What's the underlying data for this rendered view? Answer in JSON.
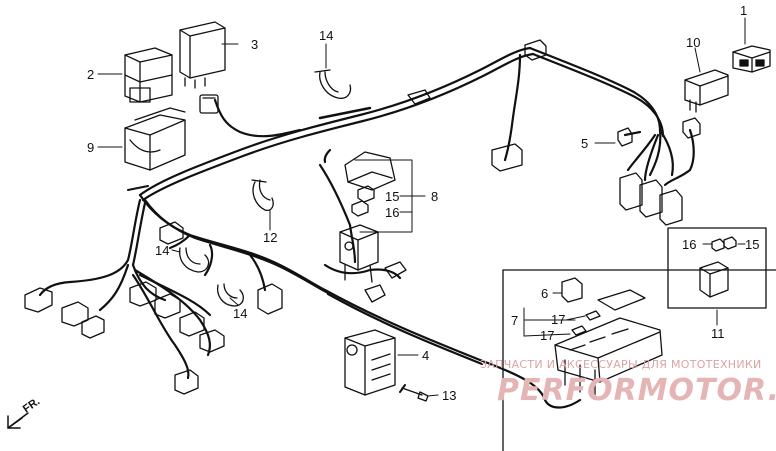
{
  "diagram": {
    "direction_label": "FR.",
    "watermark_line1": "ЗАПЧАСТИ И АКСЕССУАРЫ ДЛЯ МОТОТЕХНИКИ",
    "watermark_line2": "PERFORMOTOR.RU",
    "callouts": [
      {
        "id": "c1",
        "label": "1"
      },
      {
        "id": "c2",
        "label": "2"
      },
      {
        "id": "c3",
        "label": "3"
      },
      {
        "id": "c4",
        "label": "4"
      },
      {
        "id": "c5",
        "label": "5"
      },
      {
        "id": "c6",
        "label": "6"
      },
      {
        "id": "c7",
        "label": "7"
      },
      {
        "id": "c8",
        "label": "8"
      },
      {
        "id": "c9",
        "label": "9"
      },
      {
        "id": "c10",
        "label": "10"
      },
      {
        "id": "c11",
        "label": "11"
      },
      {
        "id": "c12",
        "label": "12"
      },
      {
        "id": "c13",
        "label": "13"
      },
      {
        "id": "c14a",
        "label": "14"
      },
      {
        "id": "c14b",
        "label": "14"
      },
      {
        "id": "c14c",
        "label": "14"
      },
      {
        "id": "c15a",
        "label": "15"
      },
      {
        "id": "c15b",
        "label": "15"
      },
      {
        "id": "c16a",
        "label": "16"
      },
      {
        "id": "c16b",
        "label": "16"
      },
      {
        "id": "c17a",
        "label": "17"
      },
      {
        "id": "c17b",
        "label": "17"
      }
    ]
  }
}
